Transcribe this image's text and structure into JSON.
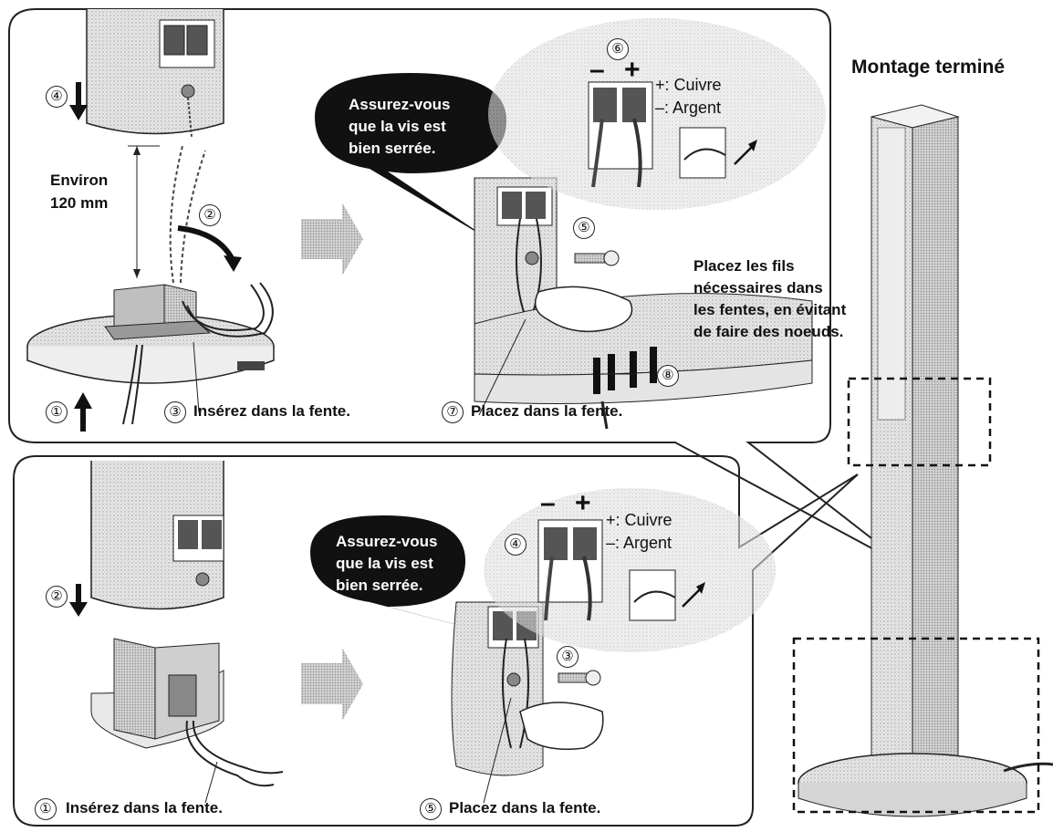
{
  "title": "Montage terminé",
  "top_panel": {
    "distance_label_line1": "Environ",
    "distance_label_line2": "120 mm",
    "bubble_line1": "Assurez-vous",
    "bubble_line2": "que la vis est",
    "bubble_line3": "bien serrée.",
    "step_insert": "Insérez dans la fente.",
    "step_place": "Placez dans la fente.",
    "side_note": "Placez les fils nécessaires dans les fentes, en évitant de faire des noeuds.",
    "legend_plus": "+: Cuivre",
    "legend_minus": "–: Argent",
    "markers": {
      "n1": "①",
      "n2": "②",
      "n3": "③",
      "n4": "④",
      "n5": "⑤",
      "n6": "⑥",
      "n7": "⑦",
      "n8": "⑧"
    },
    "sign_minus": "–",
    "sign_plus": "+"
  },
  "bottom_panel": {
    "bubble_line1": "Assurez-vous",
    "bubble_line2": "que la vis est",
    "bubble_line3": "bien serrée.",
    "step_insert": "Insérez dans la fente.",
    "step_place": "Placez dans la fente.",
    "legend_plus": "+: Cuivre",
    "legend_minus": "–: Argent",
    "markers": {
      "n1": "①",
      "n2": "②",
      "n3": "③",
      "n4": "④",
      "n5": "⑤"
    },
    "sign_minus": "–",
    "sign_plus": "+"
  },
  "colors": {
    "line": "#222222",
    "bubble": "#111111",
    "gray": "#d9d9d9",
    "dark_gray": "#9a9a9a"
  }
}
